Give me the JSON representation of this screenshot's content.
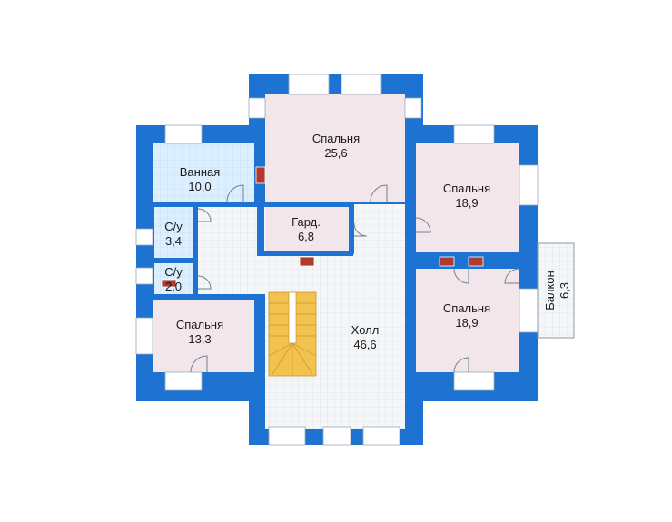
{
  "plan": {
    "colors": {
      "wall": "#1e73d2",
      "wall_light": "#3c8de0",
      "bedroom_floor": "#f3e6ea",
      "bath_floor": "#dcefff",
      "hall_floor": "#f4f6f8",
      "stair": "#f2c14e",
      "chimney": "#b03a2e"
    },
    "rooms": {
      "bedroom_top": {
        "name": "Спальня",
        "area": "25,6"
      },
      "bathroom": {
        "name": "Ванная",
        "area": "10,0"
      },
      "wardrobe": {
        "name": "Гард.",
        "area": "6,8"
      },
      "bedroom_right_top": {
        "name": "Спальня",
        "area": "18,9"
      },
      "wc1": {
        "name": "С/у",
        "area": "3,4"
      },
      "wc2": {
        "name": "С/у",
        "area": "2,0"
      },
      "bedroom_right_bottom": {
        "name": "Спальня",
        "area": "18,9"
      },
      "bedroom_left": {
        "name": "Спальня",
        "area": "13,3"
      },
      "hall": {
        "name": "Холл",
        "area": "46,6"
      },
      "balcony": {
        "name": "Балкон",
        "area": "6,3"
      }
    }
  }
}
